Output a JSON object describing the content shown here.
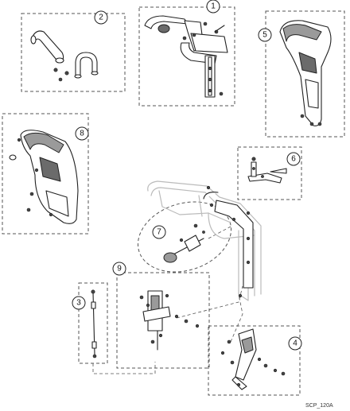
{
  "callouts": {
    "c1": "1",
    "c2": "2",
    "c3": "3",
    "c4": "4",
    "c5": "5",
    "c6": "6",
    "c7": "7",
    "c8": "8",
    "c9": "9"
  },
  "drawing_code": "SCP_120A"
}
